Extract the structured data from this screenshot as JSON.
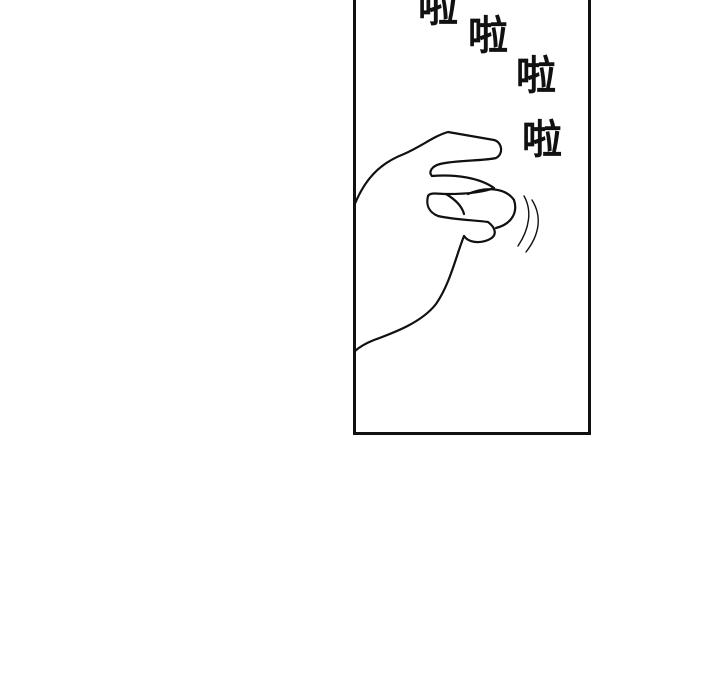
{
  "comic_panel": {
    "sound_effects": [
      "啦",
      "啦",
      "啦",
      "啦"
    ],
    "ink_color": "#111111",
    "paper_color": "#ffffff",
    "illustration": "hand-snapping-icon"
  }
}
